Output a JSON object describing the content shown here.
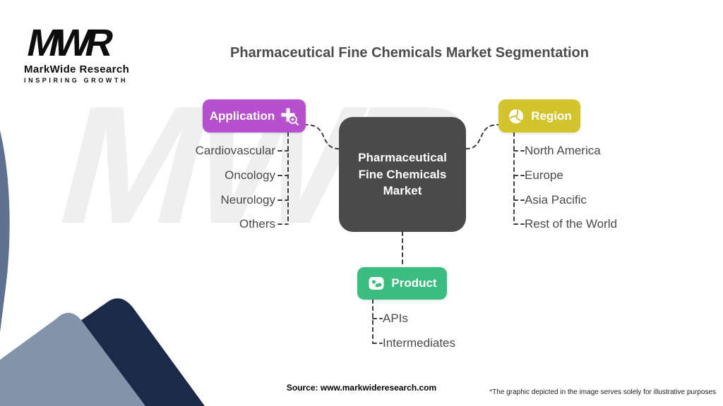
{
  "logo": {
    "monogram": "MWR",
    "brand": "MarkWide Research",
    "tagline": "Inspiring Growth"
  },
  "title": "Pharmaceutical Fine Chemicals Market Segmentation",
  "watermark": "MWR",
  "center_node": {
    "label": "Pharmaceutical Fine Chemicals Market"
  },
  "branches": [
    {
      "label": "Application",
      "color": "#b650cf",
      "icon": "zoom-in-plus-icon",
      "items": [
        "Cardiovascular",
        "Oncology",
        "Neurology",
        "Others"
      ]
    },
    {
      "label": "Region",
      "color": "#d3c32c",
      "icon": "globe-segments-icon",
      "items": [
        "North America",
        "Europe",
        "Asia Pacific",
        "Rest of the World"
      ]
    },
    {
      "label": "Product",
      "color": "#3bbd81",
      "icon": "pills-tray-icon",
      "items": [
        "APIs",
        "Intermediates"
      ]
    }
  ],
  "footer": {
    "source": "Source: www.markwideresearch.com",
    "disclaimer": "*The graphic depicted in the image serves solely for illustrative purposes"
  }
}
